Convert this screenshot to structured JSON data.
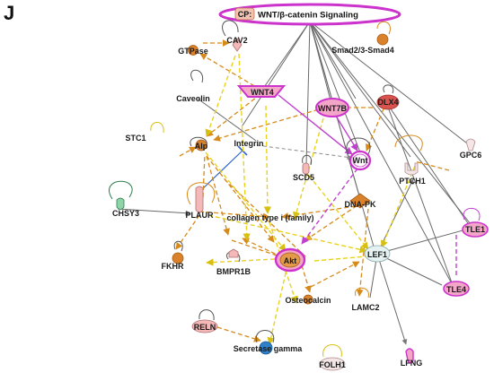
{
  "panel_label": "J",
  "canonical_pathway": {
    "tag": "CP:",
    "name": "WNT/β-catenin Signaling"
  },
  "colors": {
    "orange_node": "#d9822b",
    "pink_node": "#f4b8b8",
    "magenta": "#cc33cc",
    "red_node": "#d9534f",
    "blue_node": "#2f80c8",
    "white_node": "#f4e6e6",
    "solid_edge": "#777777",
    "dashed_orange": "#d68a1a",
    "dashed_yellow": "#e8d21e",
    "dashed_gray": "#888888",
    "dashed_magenta": "#c040d0",
    "blue_inhibit": "#3366cc"
  },
  "nodes": [
    {
      "id": "CAV2",
      "label": "CAV2"
    },
    {
      "id": "GTPase",
      "label": "GTPase"
    },
    {
      "id": "Smad",
      "label": "Smad2/3-Smad4"
    },
    {
      "id": "Caveolin",
      "label": "Caveolin"
    },
    {
      "id": "WNT4",
      "label": "WNT4"
    },
    {
      "id": "WNT7B",
      "label": "WNT7B"
    },
    {
      "id": "DLX4",
      "label": "DLX4"
    },
    {
      "id": "STC1",
      "label": "STC1"
    },
    {
      "id": "Alp",
      "label": "Alp"
    },
    {
      "id": "Integrin",
      "label": "Integrin"
    },
    {
      "id": "Wnt",
      "label": "Wnt"
    },
    {
      "id": "GPC6",
      "label": "GPC6"
    },
    {
      "id": "SCD5",
      "label": "SCD5"
    },
    {
      "id": "PTCH1",
      "label": "PTCH1"
    },
    {
      "id": "CHSY3",
      "label": "CHSY3"
    },
    {
      "id": "PLAUR",
      "label": "PLAUR"
    },
    {
      "id": "Collagen",
      "label": "collagen type i (family)"
    },
    {
      "id": "DNAPK",
      "label": "DNA-PK"
    },
    {
      "id": "TLE1",
      "label": "TLE1"
    },
    {
      "id": "FKHR",
      "label": "FKHR"
    },
    {
      "id": "Akt",
      "label": "Akt"
    },
    {
      "id": "LEF1",
      "label": "LEF1"
    },
    {
      "id": "BMPR1B",
      "label": "BMPR1B"
    },
    {
      "id": "TLE4",
      "label": "TLE4"
    },
    {
      "id": "Osteocalcin",
      "label": "Osteocalcin"
    },
    {
      "id": "LAMC2",
      "label": "LAMC2"
    },
    {
      "id": "RELN",
      "label": "RELN"
    },
    {
      "id": "Secretase",
      "label": "Secretase gamma"
    },
    {
      "id": "FOLH1",
      "label": "FOLH1"
    },
    {
      "id": "LFNG",
      "label": "LFNG"
    }
  ]
}
